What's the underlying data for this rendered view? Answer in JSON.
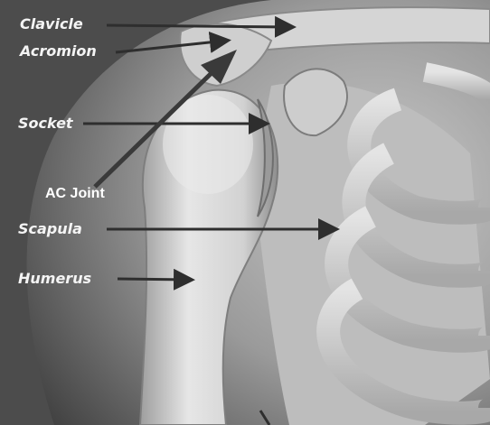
{
  "labels": {
    "clavicle": "Clavicle",
    "acromion": "Acromion",
    "socket": "Socket",
    "ac_joint": "AC Joint",
    "scapula": "Scapula",
    "humerus": "Humerus"
  },
  "colors": {
    "background": "#4a4a4a",
    "bone": "#d9d9d9",
    "bone_shadow": "#8c8c8c",
    "arrow": "#2e2e2e",
    "label": "#f4f4f4"
  }
}
